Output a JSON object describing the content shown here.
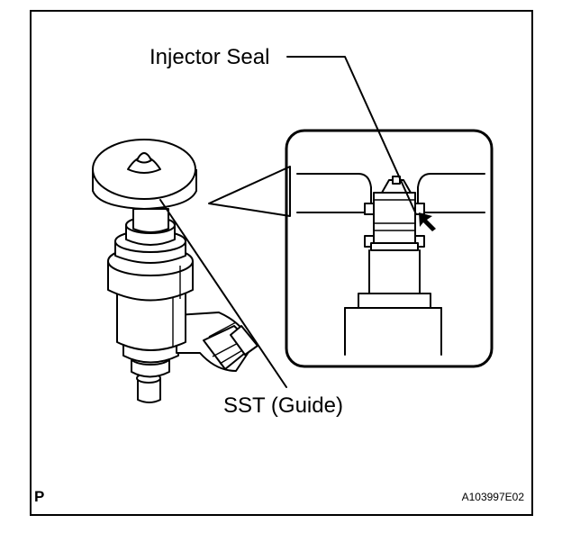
{
  "labels": {
    "injector_seal": "Injector Seal",
    "sst_guide": "SST (Guide)",
    "p_marker": "P",
    "figure_code": "A103997E02"
  },
  "colors": {
    "ink": "#000000",
    "paper": "#ffffff"
  }
}
